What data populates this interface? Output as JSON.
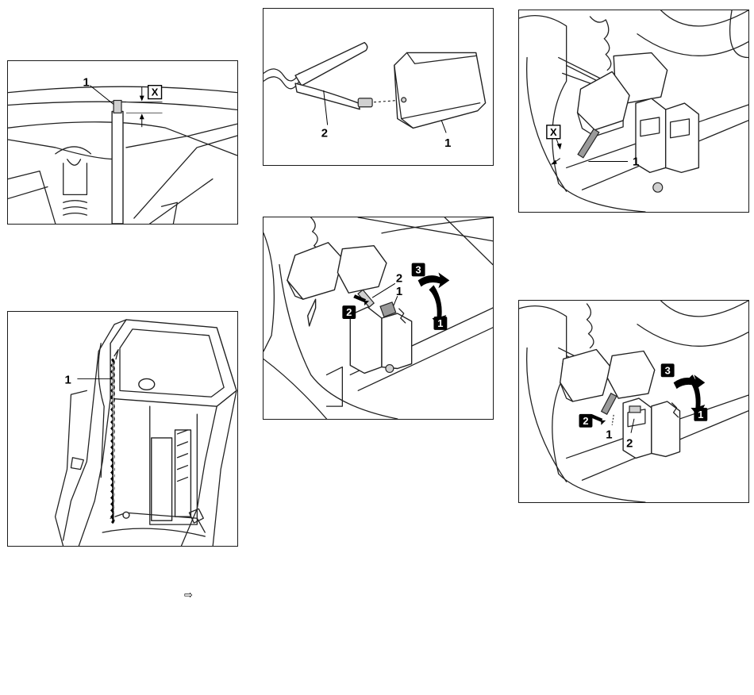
{
  "figures": {
    "fig1": {
      "label_1": "1",
      "label_x": "X"
    },
    "fig2": {
      "label_1": "1",
      "label_2": "2"
    },
    "fig3": {
      "label_x": "X",
      "label_1": "1"
    },
    "fig4": {
      "label_1": "1"
    },
    "fig5": {
      "label_1": "1",
      "label_2": "2",
      "step_1": "1",
      "step_2": "2",
      "step_3": "3"
    },
    "fig6": {
      "label_1": "1",
      "label_2": "2",
      "step_1": "1",
      "step_2": "2",
      "step_3": "3"
    }
  },
  "reference_arrow": "⇨"
}
